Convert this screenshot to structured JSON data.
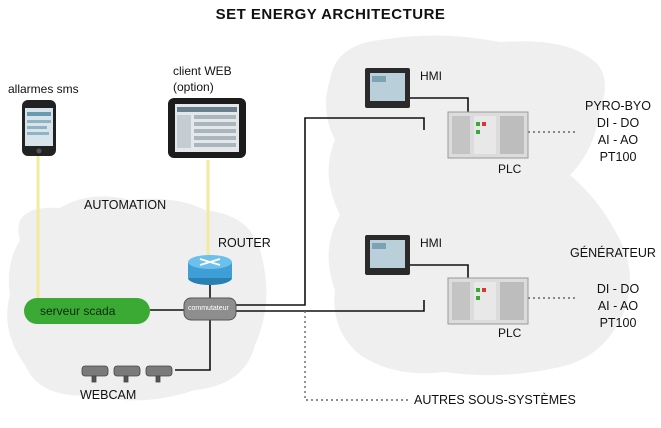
{
  "title": "SET ENERGY ARCHITECTURE",
  "labels": {
    "sms": "allarmes sms",
    "web_client_line1": "client WEB",
    "web_client_line2": "(option)",
    "automation": "AUTOMATION",
    "router": "ROUTER",
    "scada": "serveur scada",
    "switch": "commutateur",
    "webcam": "WEBCAM",
    "hmi_top": "HMI",
    "plc_top": "PLC",
    "hmi_bottom": "HMI",
    "plc_bottom": "PLC",
    "other": "AUTRES SOUS-SYSTÈMES"
  },
  "io_top": [
    "PYRO-BYO",
    "DI - DO",
    "AI - AO",
    "PT100"
  ],
  "io_bottom_title": "GÉNÉRATEUR",
  "io_bottom": [
    "DI - DO",
    "AI - AO",
    "PT100"
  ],
  "colors": {
    "scada_fill": "#3aaa35",
    "router_fill": "#3d9fd6",
    "cloud": "#eeeeee",
    "wifi_link": "#f2ea9c",
    "network_link": "#111111"
  }
}
